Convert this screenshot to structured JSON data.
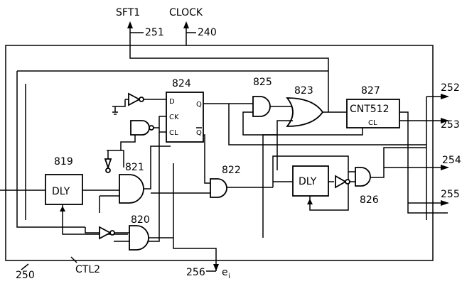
{
  "signals": {
    "sft": "SFT1",
    "clock": "CLOCK",
    "ref_251": "251",
    "ref_240": "240",
    "ei_ref": "256",
    "ei": "e",
    "ei_sub": "i",
    "board_ref": "250",
    "board_name": "CTL2"
  },
  "outputs": {
    "o252": "252",
    "o253": "253",
    "o254": "254",
    "o255": "255"
  },
  "components": {
    "ff_ref": "824",
    "ff_d": "D",
    "ff_ck": "CK",
    "ff_cl": "CL",
    "ff_q": "Q",
    "ff_qbar": "Q",
    "or_ref": "823",
    "and825_ref": "825",
    "cnt_ref": "827",
    "cnt_name": "CNT512",
    "cnt_cl": "CL",
    "dly819_ref": "819",
    "dly_a": "DLY",
    "and821_ref": "821",
    "and822_ref": "822",
    "and820_ref": "820",
    "dly_b": "DLY",
    "and826_ref": "826"
  }
}
